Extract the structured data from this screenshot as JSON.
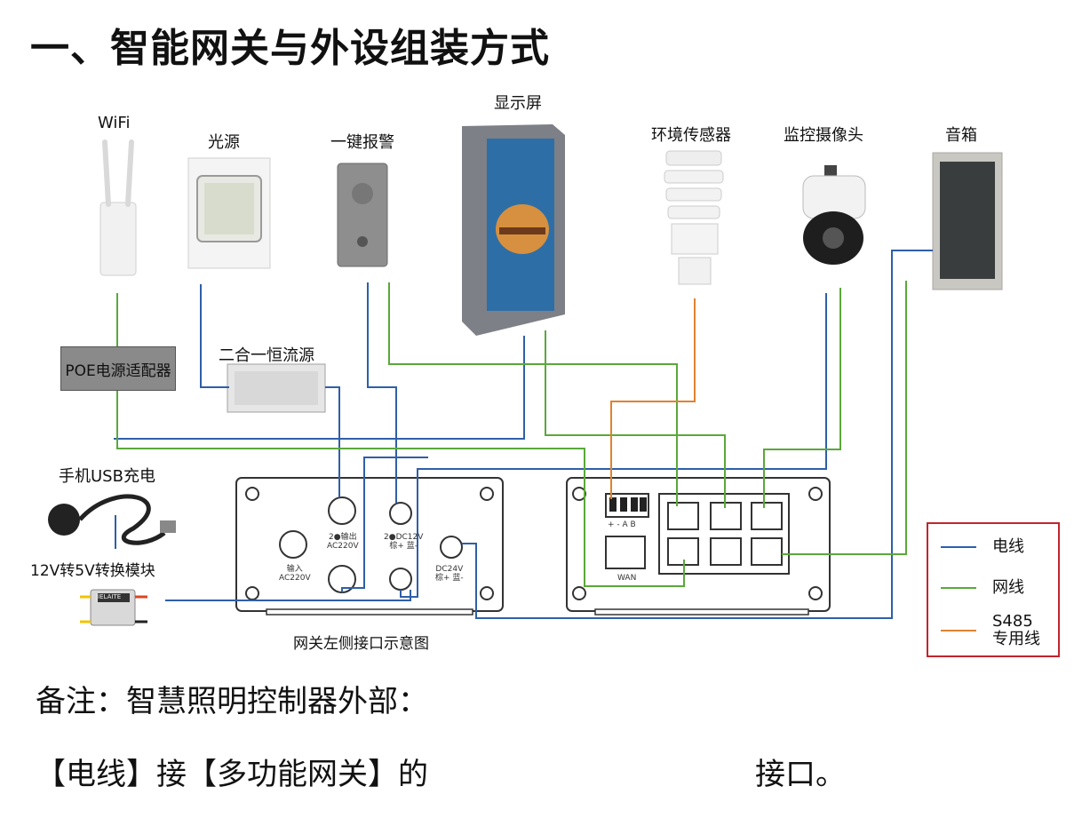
{
  "title": "一、智能网关与外设组装方式",
  "devices": {
    "wifi": "WiFi",
    "light": "光源",
    "alarm": "一键报警",
    "display": "显示屏",
    "env_sensor": "环境传感器",
    "camera": "监控摄像头",
    "speaker": "音箱",
    "poe": "POE电源适配器",
    "driver": "二合一恒流源",
    "usb_charge": "手机USB充电",
    "converter": "12V转5V转换模块"
  },
  "gateway": {
    "caption": "网关左侧接口示意图",
    "port_ac_in": [
      "输入",
      "AC220V"
    ],
    "port_ac_out": [
      "2●输出",
      "AC220V"
    ],
    "port_dc12": [
      "2●DC12V",
      "棕+ 蓝-"
    ],
    "port_dc24": [
      "DC24V",
      "棕+ 蓝-"
    ],
    "rs485_label": "+ - A B",
    "wan_label": "WAN",
    "product_brand": "JIELAITE"
  },
  "legend": {
    "items": [
      {
        "label": "电线",
        "color": "#2f5fa8"
      },
      {
        "label": "网线",
        "color": "#5aa83a"
      },
      {
        "label": "S485\n专用线",
        "color": "#e0822f"
      }
    ]
  },
  "notes": {
    "line1": "备注：智慧照明控制器外部：",
    "line2_prefix": "【电线】接【多功能网关】的",
    "line2_suffix": "接口。"
  }
}
